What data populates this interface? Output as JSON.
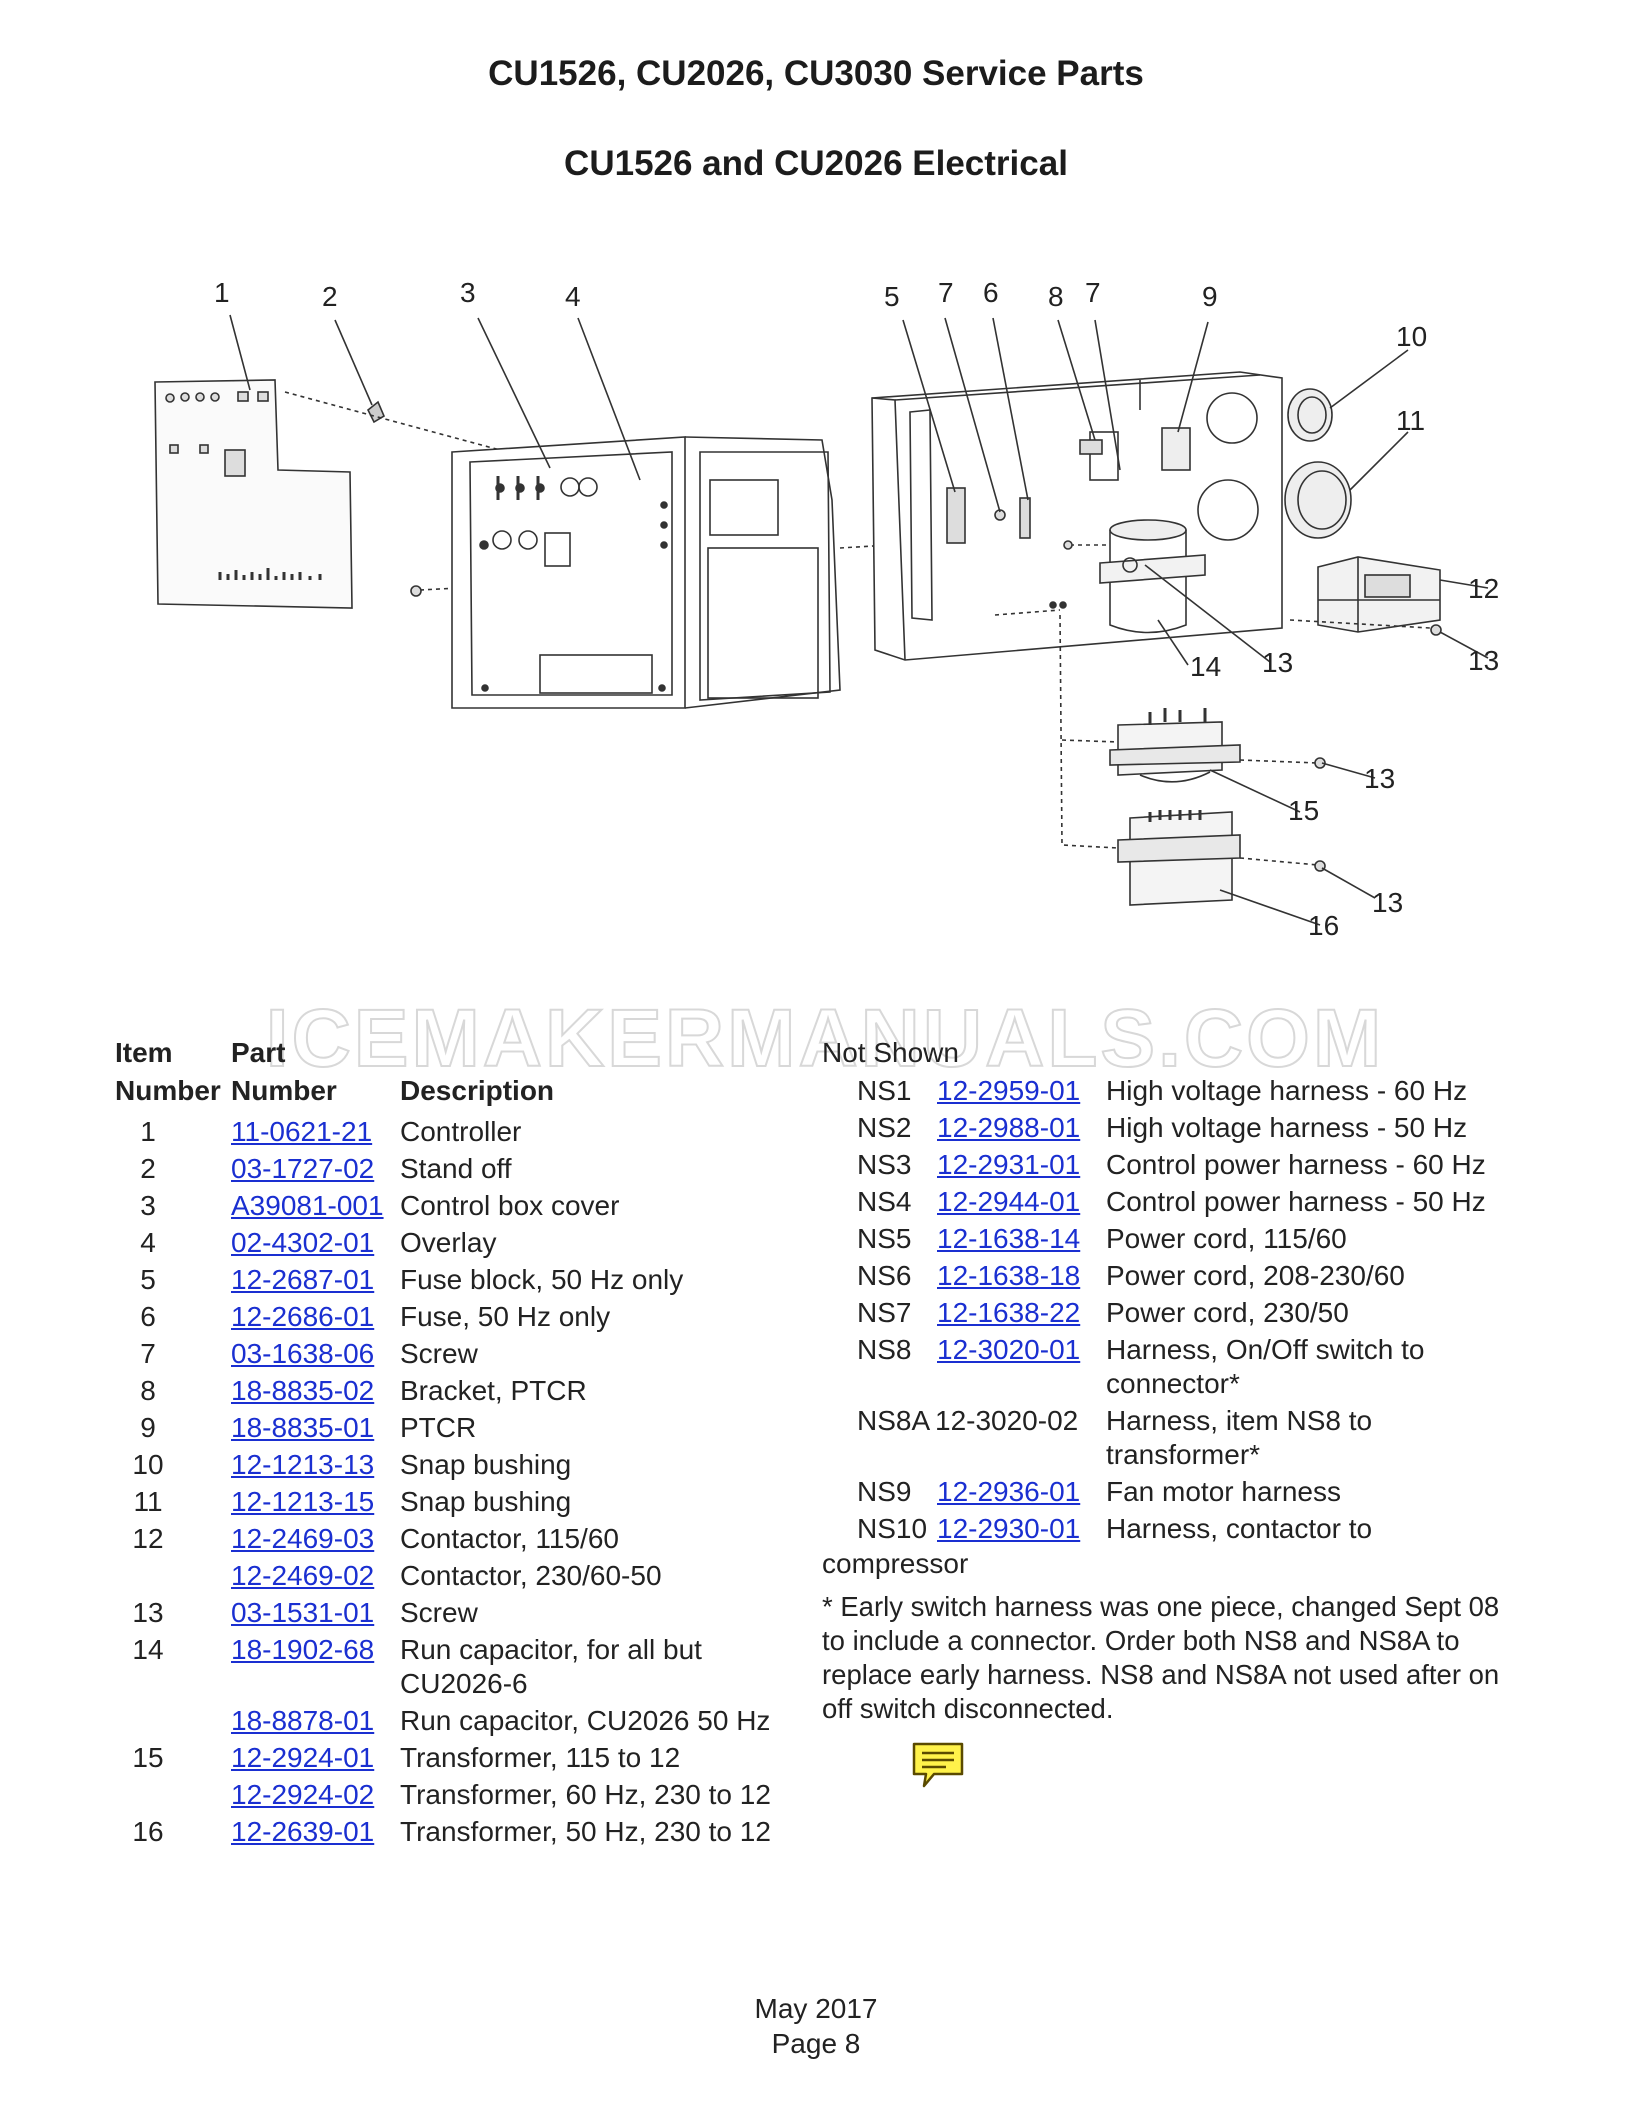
{
  "header": {
    "title": "CU1526, CU2026, CU3030 Service Parts",
    "subtitle": "CU1526 and CU2026 Electrical"
  },
  "diagram": {
    "callouts": [
      "1",
      "2",
      "3",
      "4",
      "5",
      "7",
      "6",
      "8",
      "7",
      "9",
      "10",
      "11",
      "12",
      "13",
      "13",
      "14",
      "13",
      "15",
      "13",
      "16"
    ]
  },
  "watermark": "ICEMAKERMANUALS.COM",
  "parts_table": {
    "headers": {
      "item_line1": "Item",
      "item_line2": "Number",
      "part_line1": "Part",
      "part_line2": "Number",
      "description": "Description"
    },
    "rows": [
      {
        "item": "1",
        "part": "11-0621-21",
        "desc": [
          "Controller"
        ]
      },
      {
        "item": "2",
        "part": "03-1727-02",
        "desc": [
          "Stand off"
        ]
      },
      {
        "item": "3",
        "part": "A39081-001",
        "desc": [
          "Control box cover"
        ]
      },
      {
        "item": "4",
        "part": "02-4302-01",
        "desc": [
          "Overlay"
        ]
      },
      {
        "item": "5",
        "part": "12-2687-01",
        "desc": [
          "Fuse block, 50 Hz only"
        ]
      },
      {
        "item": "6",
        "part": "12-2686-01",
        "desc": [
          "Fuse, 50 Hz only"
        ]
      },
      {
        "item": "7",
        "part": "03-1638-06",
        "desc": [
          "Screw"
        ]
      },
      {
        "item": "8",
        "part": "18-8835-02",
        "desc": [
          "Bracket, PTCR"
        ]
      },
      {
        "item": "9",
        "part": "18-8835-01",
        "desc": [
          "PTCR"
        ]
      },
      {
        "item": "10",
        "part": "12-1213-13",
        "desc": [
          "Snap bushing"
        ]
      },
      {
        "item": "11",
        "part": "12-1213-15",
        "desc": [
          "Snap bushing"
        ]
      },
      {
        "item": "12",
        "part": "12-2469-03",
        "desc": [
          "Contactor, 115/60"
        ]
      },
      {
        "item": "",
        "part": "12-2469-02",
        "desc": [
          "Contactor, 230/60-50"
        ]
      },
      {
        "item": "13",
        "part": "03-1531-01",
        "desc": [
          "Screw"
        ]
      },
      {
        "item": "14",
        "part": "18-1902-68",
        "desc": [
          "Run capacitor, for all but",
          "CU2026-6"
        ]
      },
      {
        "item": "",
        "part": "18-8878-01",
        "desc": [
          "Run capacitor, CU2026 50 Hz"
        ]
      },
      {
        "item": "15",
        "part": "12-2924-01",
        "desc": [
          "Transformer, 115 to 12"
        ]
      },
      {
        "item": "",
        "part": "12-2924-02",
        "desc": [
          "Transformer, 60 Hz, 230 to 12"
        ]
      },
      {
        "item": "16",
        "part": "12-2639-01",
        "desc": [
          "Transformer, 50 Hz, 230 to 12"
        ]
      }
    ]
  },
  "not_shown": {
    "heading": "Not Shown",
    "rows": [
      {
        "item": "NS1",
        "part": "12-2959-01",
        "linked": true,
        "desc": [
          "High voltage harness - 60 Hz"
        ]
      },
      {
        "item": "NS2",
        "part": "12-2988-01",
        "linked": true,
        "desc": [
          "High voltage harness - 50 Hz"
        ]
      },
      {
        "item": "NS3",
        "part": "12-2931-01",
        "linked": true,
        "desc": [
          "Control power harness - 60 Hz"
        ]
      },
      {
        "item": "NS4",
        "part": "12-2944-01",
        "linked": true,
        "desc": [
          "Control power harness - 50 Hz"
        ]
      },
      {
        "item": "NS5",
        "part": "12-1638-14",
        "linked": true,
        "desc": [
          "Power cord, 115/60"
        ]
      },
      {
        "item": "NS6",
        "part": "12-1638-18",
        "linked": true,
        "desc": [
          "Power cord, 208-230/60"
        ]
      },
      {
        "item": "NS7",
        "part": "12-1638-22",
        "linked": true,
        "desc": [
          "Power cord, 230/50"
        ]
      },
      {
        "item": "NS8",
        "part": "12-3020-01",
        "linked": true,
        "desc": [
          "Harness, On/Off switch to",
          "connector*"
        ]
      },
      {
        "item": "NS8A",
        "part": "12-3020-02",
        "linked": false,
        "desc": [
          "Harness, item NS8 to",
          "transformer*"
        ]
      },
      {
        "item": "NS9",
        "part": "12-2936-01",
        "linked": true,
        "desc": [
          "Fan motor harness"
        ]
      },
      {
        "item": "NS10",
        "part": "12-2930-01",
        "linked": true,
        "desc": [
          "Harness, contactor to"
        ]
      }
    ],
    "wrap_line": "compressor",
    "footnote": "* Early switch harness was one piece, changed Sept 08 to include a connector. Order both NS8 and NS8A to replace early harness. NS8 and NS8A not used after on off switch disconnected."
  },
  "comment_icon": "comment-note-icon",
  "footer": {
    "date": "May 2017",
    "page": "Page 8"
  },
  "colors": {
    "link": "#1a2fd1",
    "text": "#222222",
    "note_icon": "#fff24a"
  }
}
